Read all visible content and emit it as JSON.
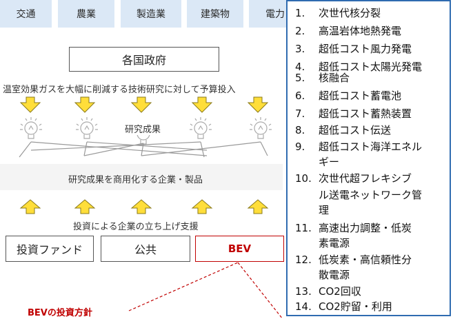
{
  "colors": {
    "sector_bg": "#dbe8f6",
    "arrow_yellow": "#ffde3a",
    "arrow_yellow_stroke": "#8a7a1a",
    "accent_red": "#c00000",
    "panel_border": "#2f6bb0",
    "band_gray": "#f4f4f4"
  },
  "sectors": [
    "交通",
    "農業",
    "製造業",
    "建築物",
    "電力"
  ],
  "government": {
    "label": "各国政府"
  },
  "funding_text": "温室効果ガスを大幅に削減する技術研究に対して予算投入",
  "research_results": "研究成果",
  "commercialize": "研究成果を商用化する企業・製品",
  "investment_support": "投資による企業の立ち上げ支援",
  "funders": [
    "投資ファンド",
    "公共",
    "BEV"
  ],
  "bev_policy": "BEVの投資方針",
  "icons": {
    "arrow_down": "down-arrow-icon",
    "arrow_up": "up-arrow-icon",
    "bulb": "lightbulb-icon"
  },
  "tech_list": {
    "items": [
      {
        "num": "1.",
        "lines": [
          "次世代核分裂"
        ]
      },
      {
        "num": "2.",
        "lines": [
          "高温岩体地熱発電"
        ]
      },
      {
        "num": "3.",
        "lines": [
          "超低コスト風力発電"
        ]
      },
      {
        "num": "4.",
        "lines": [
          "超低コスト太陽光発電"
        ]
      },
      {
        "num": "5.",
        "lines": [
          "核融合"
        ]
      },
      {
        "num": "6.",
        "lines": [
          "超低コスト蓄電池"
        ]
      },
      {
        "num": "7.",
        "lines": [
          "超低コスト蓄熱装置"
        ]
      },
      {
        "num": "8.",
        "lines": [
          "超低コスト伝送"
        ]
      },
      {
        "num": "9.",
        "lines": [
          "超低コスト海洋エネル",
          "ギー"
        ]
      },
      {
        "num": "10.",
        "lines": [
          "次世代超フレキシブ",
          "ル送電ネットワーク管",
          "理"
        ]
      },
      {
        "num": "11.",
        "lines": [
          "高速出力調整・低炭",
          "素電源"
        ]
      },
      {
        "num": "12.",
        "lines": [
          "低炭素・高信頼性分",
          "散電源"
        ]
      },
      {
        "num": "13.",
        "lines": [
          "CO2回収"
        ]
      },
      {
        "num": "14.",
        "lines": [
          "CO2貯留・利用"
        ]
      }
    ]
  }
}
